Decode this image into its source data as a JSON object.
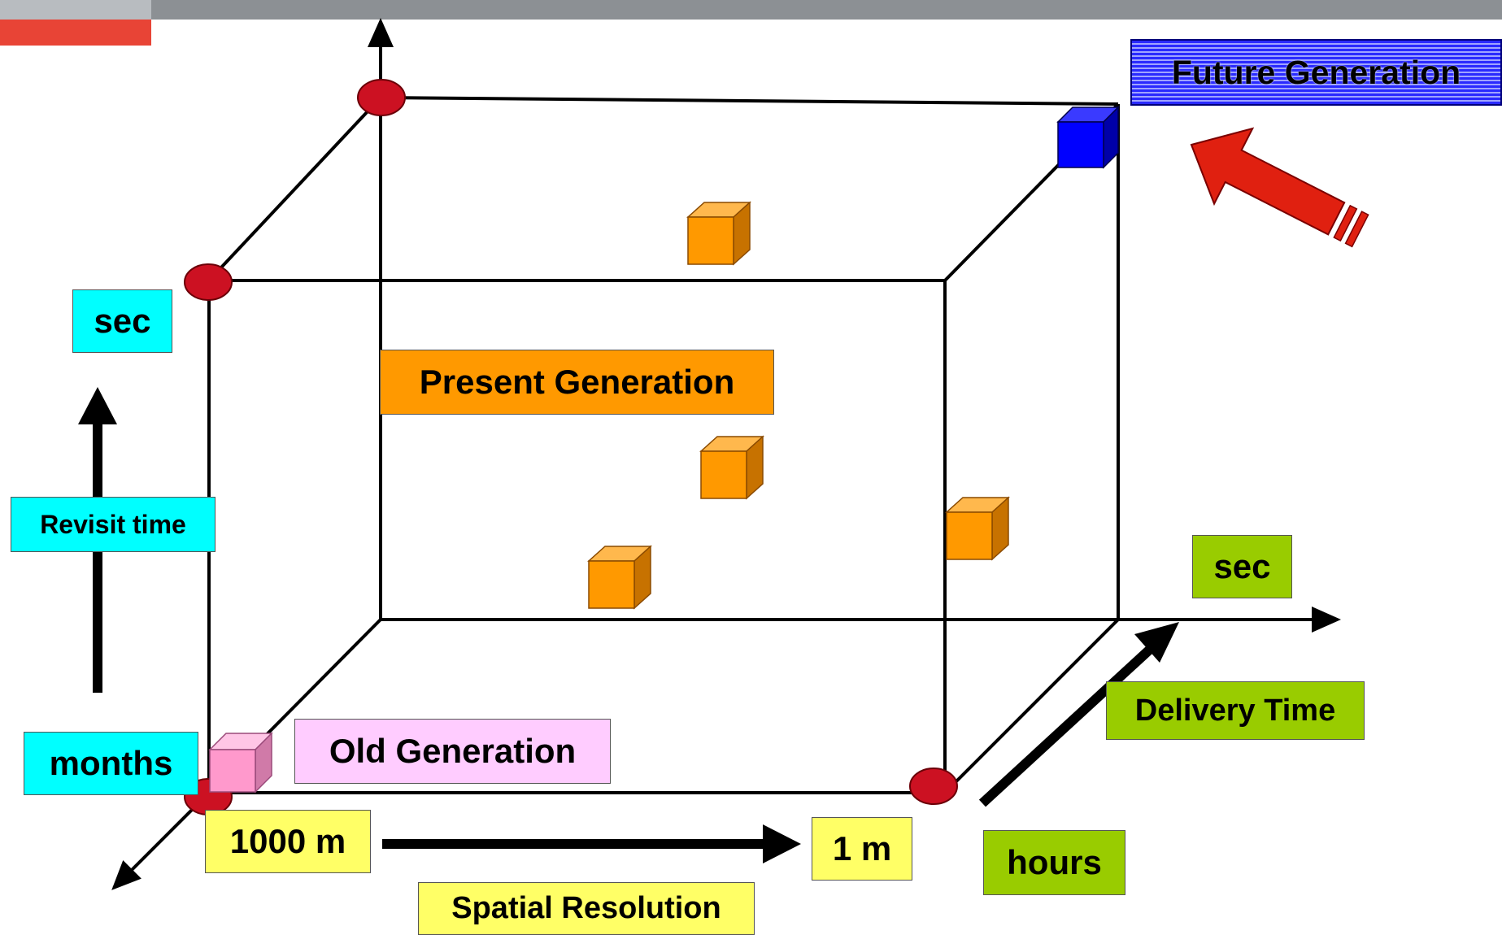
{
  "labels": {
    "future_generation": "Future Generation",
    "present_generation": "Present Generation",
    "old_generation": "Old Generation",
    "revisit_time": "Revisit time",
    "revisit_sec": "sec",
    "revisit_months": "months",
    "delivery_time": "Delivery Time",
    "delivery_sec": "sec",
    "delivery_hours": "hours",
    "spatial_resolution": "Spatial Resolution",
    "res_1000m": "1000 m",
    "res_1m": "1 m"
  },
  "colors": {
    "revisit_axis_labels": "#00ffff",
    "present_generation": "#ff9900",
    "old_generation": "#ffccff",
    "spatial_labels": "#ffff66",
    "delivery_labels": "#99cc00",
    "future_generation": "#0000ff",
    "corner_markers": "#cc1122",
    "highlight_arrow": "#e02010",
    "header_bar": "#888c90",
    "header_accent": "#e84030"
  }
}
